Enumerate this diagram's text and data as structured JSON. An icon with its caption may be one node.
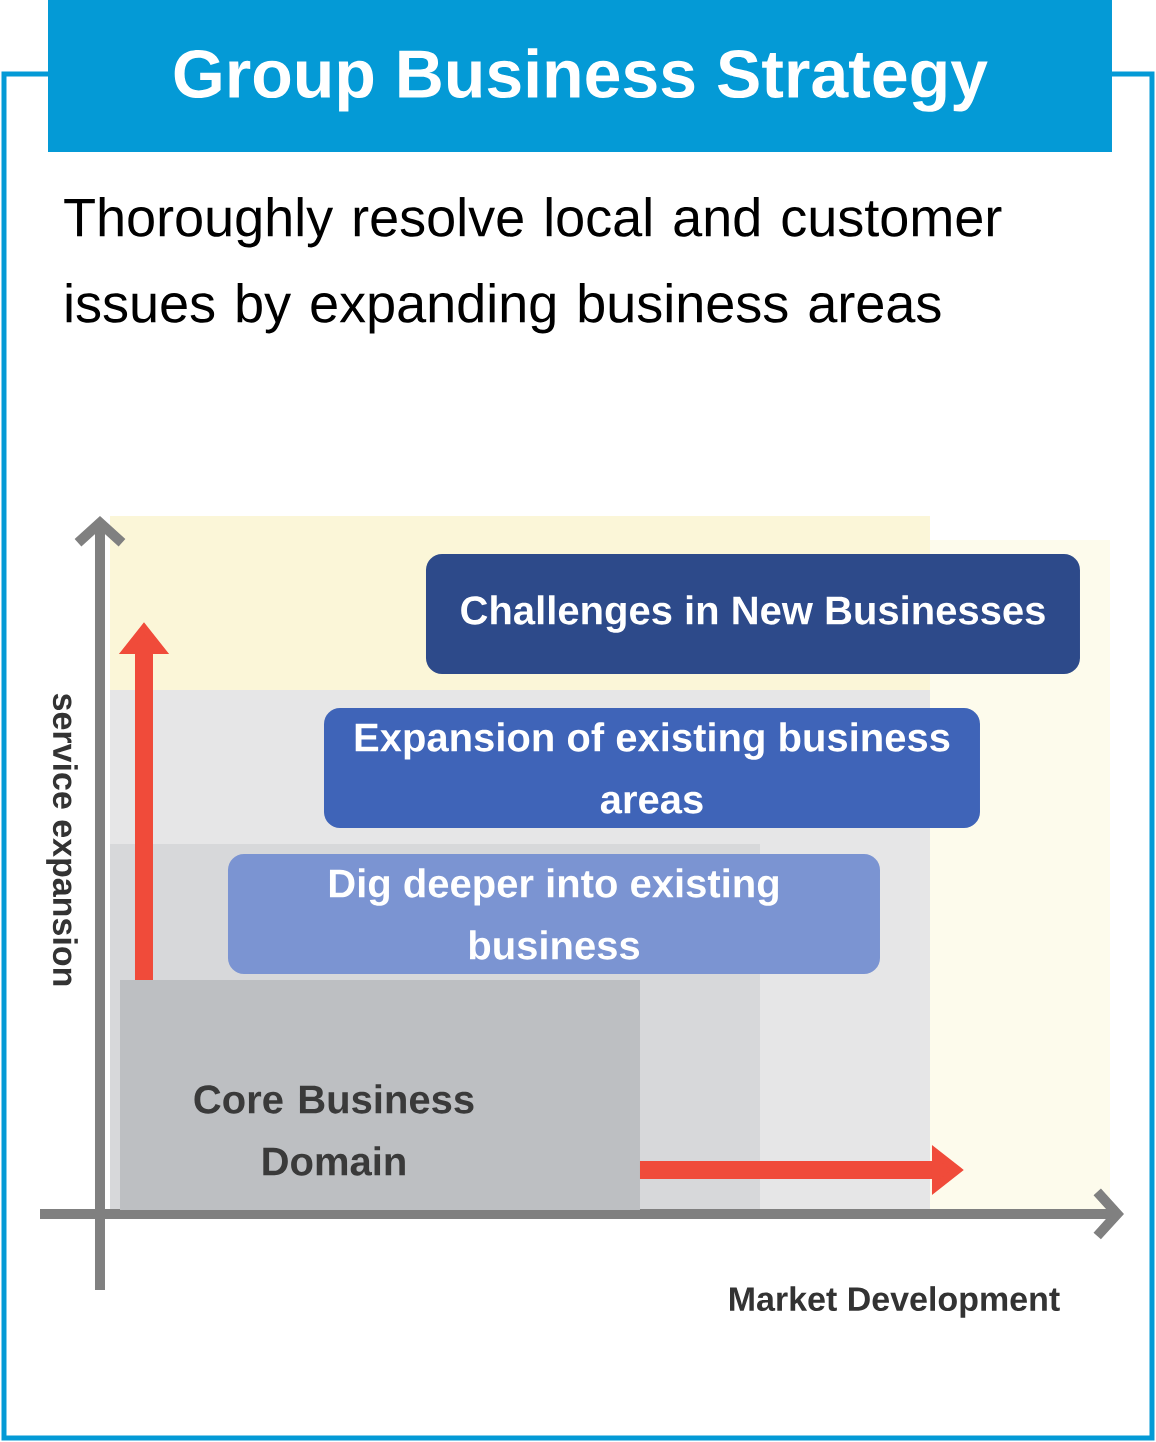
{
  "diagram": {
    "title": "Group Business Strategy",
    "nodes": [
      {
        "text": [
          "Challenges in New Businesses"
        ]
      },
      {
        "text": [
          "Expansion of existing business areas"
        ]
      },
      {
        "text": [
          "Dig deeper into existing business"
        ]
      },
      {
        "text": [
          "Core Business Domain"
        ]
      }
    ],
    "labels": [
      "Thoroughly resolve local and customer issues by expanding business areas",
      "service expansion",
      "Market Development"
    ]
  }
}
